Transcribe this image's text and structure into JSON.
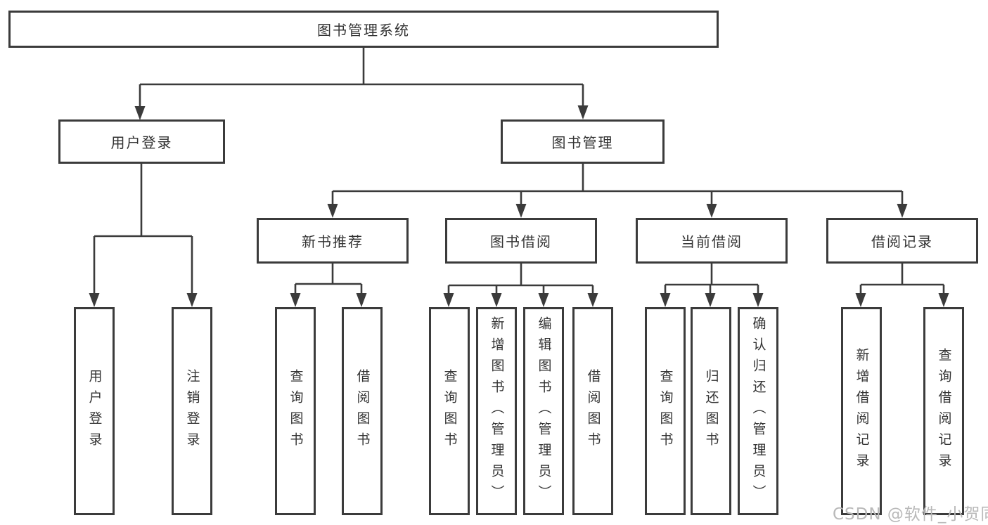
{
  "diagram": {
    "root": {
      "label": "图书管理系统"
    },
    "branches": [
      {
        "label": "用户登录",
        "children": [
          {
            "label": "用户登录"
          },
          {
            "label": "注销登录"
          }
        ]
      },
      {
        "label": "图书管理",
        "children": [
          {
            "label": "新书推荐",
            "children": [
              {
                "label": "查询图书"
              },
              {
                "label": "借阅图书"
              }
            ]
          },
          {
            "label": "图书借阅",
            "children": [
              {
                "label": "查询图书"
              },
              {
                "label": "新增图书（管理员）"
              },
              {
                "label": "编辑图书（管理员）"
              },
              {
                "label": "借阅图书"
              }
            ]
          },
          {
            "label": "当前借阅",
            "children": [
              {
                "label": "查询图书"
              },
              {
                "label": "归还图书"
              },
              {
                "label": "确认归还（管理员）"
              }
            ]
          },
          {
            "label": "借阅记录",
            "children": [
              {
                "label": "新增借阅记录"
              },
              {
                "label": "查询借阅记录"
              }
            ]
          }
        ]
      }
    ]
  },
  "colors": {
    "ink": "#3b3b3b",
    "text": "#333333",
    "watermark": "#b9b9b9",
    "background": "#ffffff"
  },
  "watermark": {
    "text": "CSDN @软件_小贺同学"
  }
}
